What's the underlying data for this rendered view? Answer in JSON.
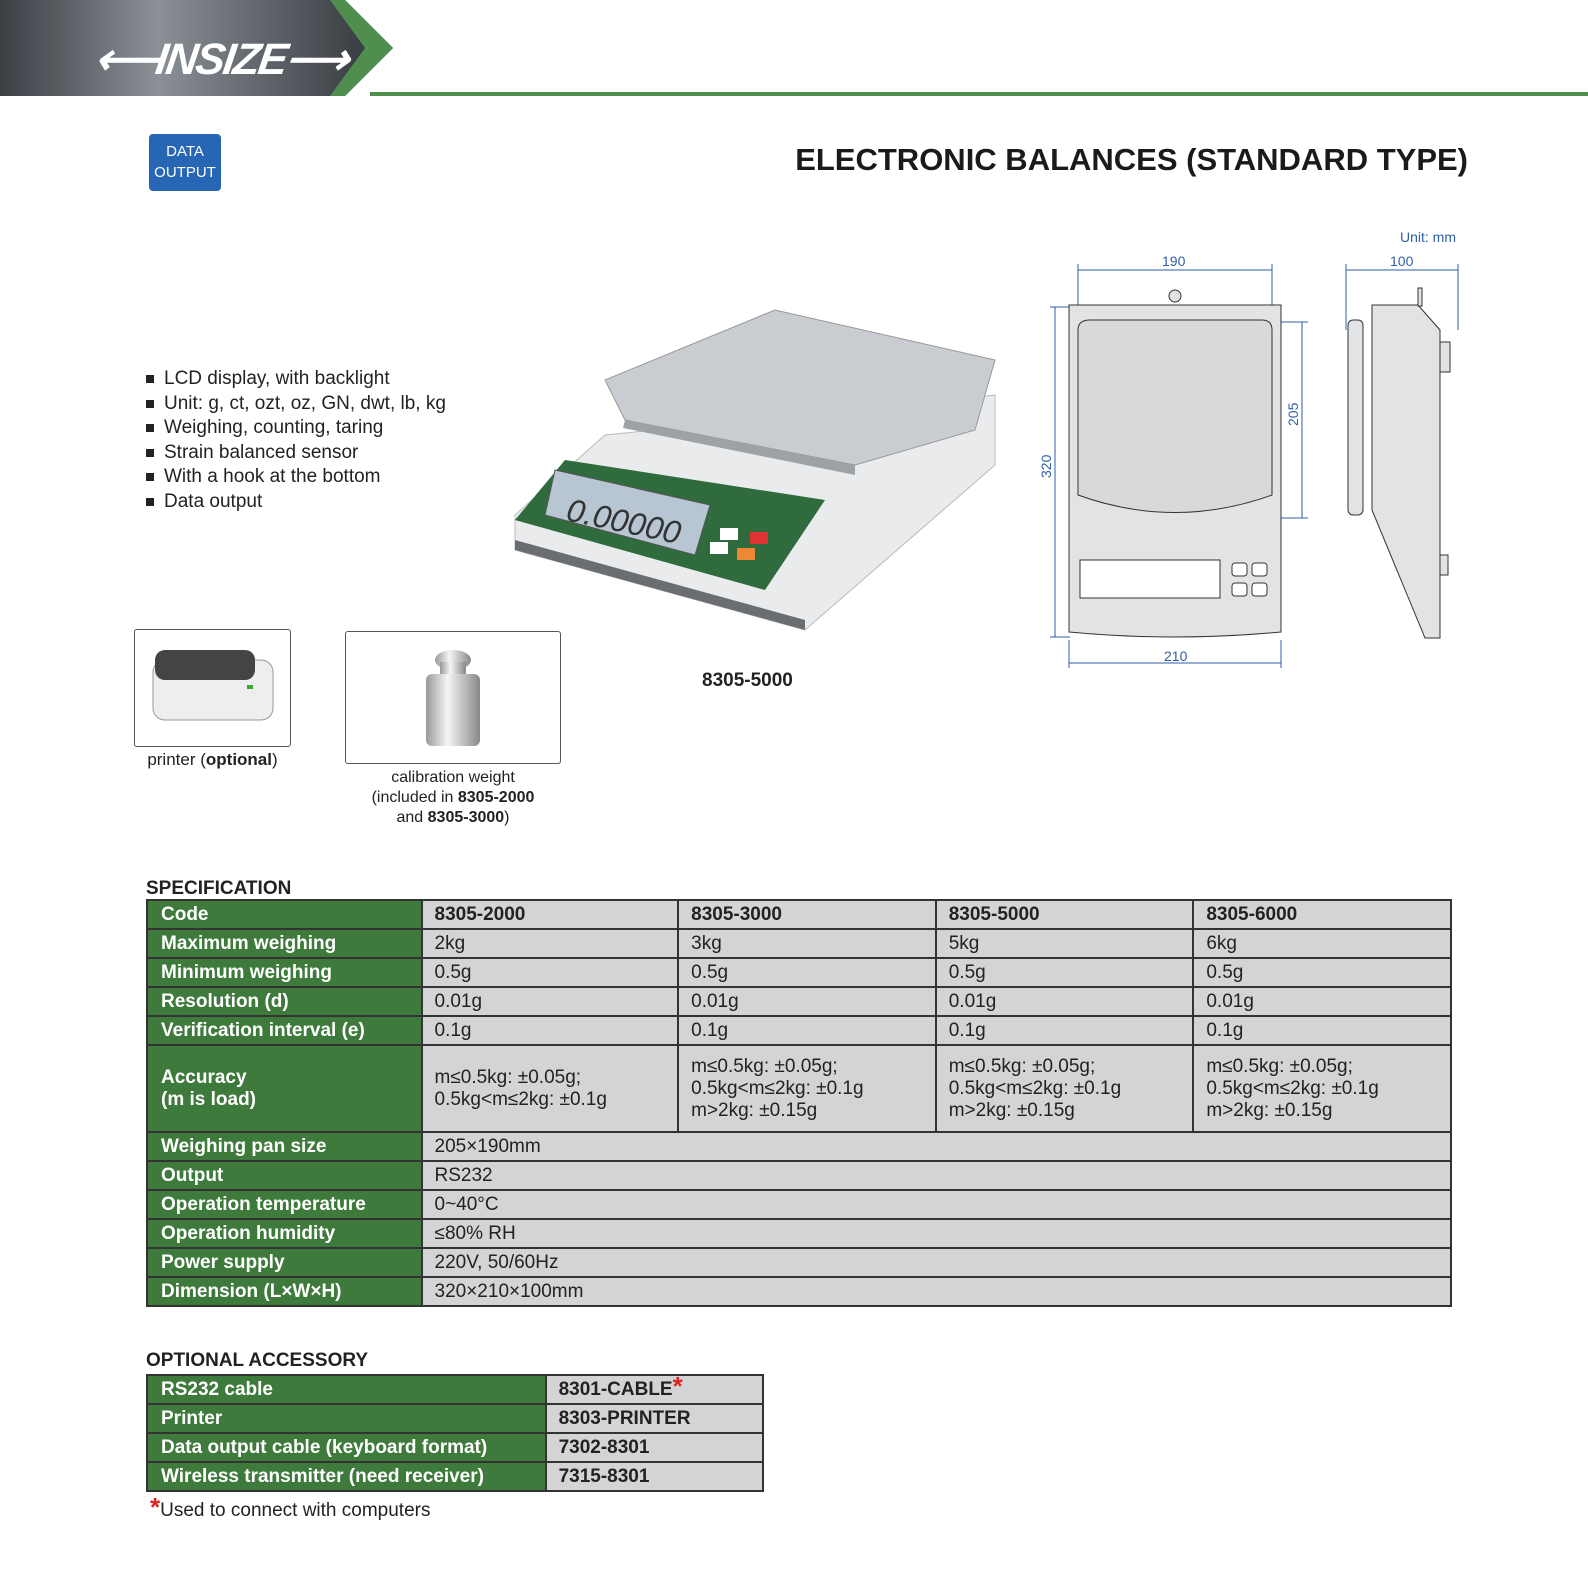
{
  "brand": "INSIZE",
  "badge": {
    "line1": "DATA",
    "line2": "OUTPUT"
  },
  "title": "ELECTRONIC BALANCES (STANDARD TYPE)",
  "features": [
    "LCD display, with backlight",
    "Unit: g, ct, ozt, oz, GN, dwt, lb, kg",
    "Weighing, counting, taring",
    "Strain balanced sensor",
    "With a hook at the bottom",
    "Data output"
  ],
  "product_model": "8305-5000",
  "lcd_reading": "0.00000",
  "accessories_images": {
    "printer": {
      "text": "printer (",
      "bold": "optional",
      "end": ")"
    },
    "weight": {
      "l1": "calibration weight",
      "l2a": "(included in ",
      "l2b": "8305-2000",
      "l3a": "and ",
      "l3b": "8305-3000",
      "l3c": ")"
    }
  },
  "drawing": {
    "unit": "Unit: mm",
    "top_width": "190",
    "side_width": "100",
    "pan_height": "205",
    "total_height": "320",
    "bottom_width": "210"
  },
  "spec": {
    "title": "SPECIFICATION",
    "codes": [
      "8305-2000",
      "8305-3000",
      "8305-5000",
      "8305-6000"
    ],
    "code_label": "Code",
    "rows": [
      {
        "label": "Maximum weighing",
        "values": [
          "2kg",
          "3kg",
          "5kg",
          "6kg"
        ]
      },
      {
        "label": "Minimum weighing",
        "values": [
          "0.5g",
          "0.5g",
          "0.5g",
          "0.5g"
        ]
      },
      {
        "label": "Resolution (d)",
        "values": [
          "0.01g",
          "0.01g",
          "0.01g",
          "0.01g"
        ]
      },
      {
        "label": "Verification interval (e)",
        "values": [
          "0.1g",
          "0.1g",
          "0.1g",
          "0.1g"
        ]
      }
    ],
    "accuracy": {
      "label1": "Accuracy",
      "label2": "(m is load)",
      "values": [
        [
          "m≤0.5kg: ±0.05g;",
          "0.5kg<m≤2kg: ±0.1g"
        ],
        [
          "m≤0.5kg: ±0.05g;",
          "0.5kg<m≤2kg: ±0.1g",
          "m>2kg: ±0.15g"
        ],
        [
          "m≤0.5kg: ±0.05g;",
          "0.5kg<m≤2kg: ±0.1g",
          "m>2kg: ±0.15g"
        ],
        [
          "m≤0.5kg: ±0.05g;",
          "0.5kg<m≤2kg: ±0.1g",
          "m>2kg: ±0.15g"
        ]
      ]
    },
    "common": [
      {
        "label": "Weighing pan size",
        "value": "205×190mm"
      },
      {
        "label": "Output",
        "value": "RS232"
      },
      {
        "label": "Operation temperature",
        "value": "0~40°C"
      },
      {
        "label": "Operation humidity",
        "value": "≤80% RH"
      },
      {
        "label": "Power supply",
        "value": "220V, 50/60Hz"
      },
      {
        "label": "Dimension (L×W×H)",
        "value": "320×210×100mm"
      }
    ]
  },
  "optional": {
    "title": "OPTIONAL ACCESSORY",
    "rows": [
      {
        "label": "RS232 cable",
        "code": "8301-CABLE"
      },
      {
        "label": "Printer",
        "code": "8303-PRINTER"
      },
      {
        "label": "Data output cable (keyboard format)",
        "code": "7302-8301"
      },
      {
        "label": "Wireless transmitter (need receiver)",
        "code": "7315-8301"
      }
    ],
    "star": "*",
    "footnote": "Used to connect with computers"
  },
  "colors": {
    "green": "#3f7a3d",
    "blue": "#2766b5",
    "cell": "#d4d4d6"
  }
}
